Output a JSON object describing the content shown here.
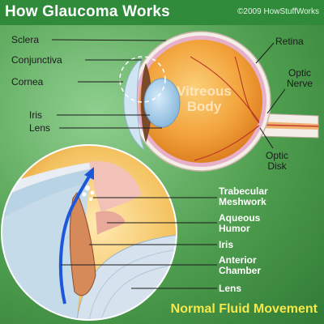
{
  "header": {
    "title": "How Glaucoma Works",
    "copyright": "©2009 HowStuffWorks"
  },
  "eye_labels": {
    "sclera": "Sclera",
    "conjunctiva": "Conjunctiva",
    "cornea": "Cornea",
    "iris": "Iris",
    "lens": "Lens",
    "retina": "Retina",
    "optic_nerve_line1": "Optic",
    "optic_nerve_line2": "Nerve",
    "optic_disk_line1": "Optic",
    "optic_disk_line2": "Disk",
    "vitreous_line1": "Vitreous",
    "vitreous_line2": "Body"
  },
  "detail_labels": {
    "trabecular_line1": "Trabecular",
    "trabecular_line2": "Meshwork",
    "aqueous_line1": "Aqueous",
    "aqueous_line2": "Humor",
    "iris": "Iris",
    "anterior_line1": "Anterior",
    "anterior_line2": "Chamber",
    "lens": "Lens"
  },
  "caption": "Normal Fluid Movement",
  "colors": {
    "background": "#4f9e4f",
    "header": "#2f8a3a",
    "eyeball": "#f2a23a",
    "sclera": "#f6f0ea",
    "retina": "#e7b0c8",
    "lens": "#9fc7e6",
    "fluid_arrow": "#1d58d8",
    "caption": "#f7e84a"
  }
}
